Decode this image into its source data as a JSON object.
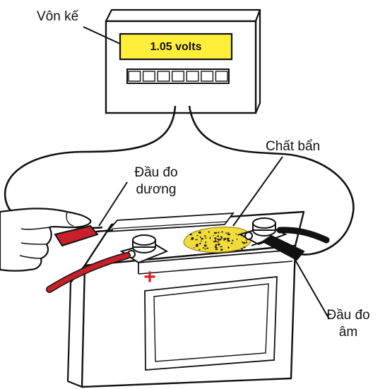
{
  "labels": {
    "voltmeter": "Vôn kế",
    "dirt": "Chất bẩn",
    "positive_probe_line1": "Đầu đo",
    "positive_probe_line2": "dương",
    "negative_probe_line1": "Đầu đo",
    "negative_probe_line2": "âm"
  },
  "meter": {
    "reading": "1.05 volts",
    "display_color": "#ffef3a",
    "button_count": 7
  },
  "battery": {
    "positive_symbol": "+",
    "positive_symbol_color": "#d8232a"
  },
  "colors": {
    "positive_lead": "#c8202a",
    "negative_lead": "#111111",
    "dirt": "#f2dc3a"
  }
}
